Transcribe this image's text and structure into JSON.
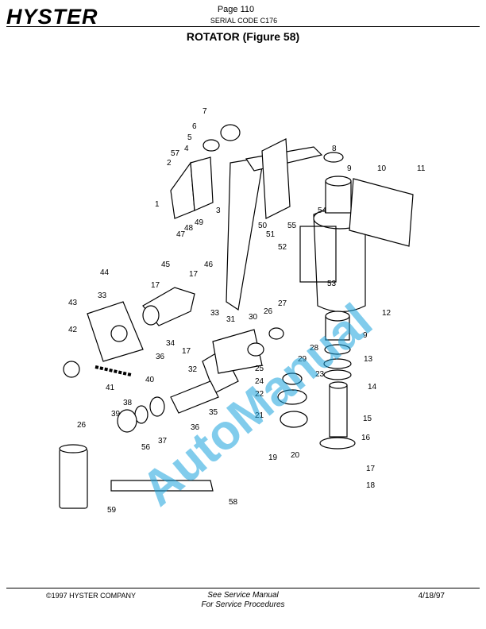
{
  "header": {
    "logo_text": "HYSTER",
    "page_number": "Page 110",
    "serial_code": "SERIAL CODE C176"
  },
  "title": "ROTATOR (Figure 58)",
  "watermark": "AutoManual",
  "callouts": [
    "1",
    "2",
    "3",
    "4",
    "5",
    "6",
    "7",
    "8",
    "9",
    "10",
    "11",
    "12",
    "13",
    "14",
    "15",
    "16",
    "17",
    "18",
    "19",
    "20",
    "21",
    "22",
    "23",
    "24",
    "25",
    "26",
    "27",
    "28",
    "29",
    "30",
    "31",
    "32",
    "33",
    "34",
    "35",
    "36",
    "37",
    "38",
    "39",
    "40",
    "41",
    "42",
    "43",
    "44",
    "45",
    "46",
    "47",
    "48",
    "49",
    "50",
    "51",
    "52",
    "53",
    "54",
    "55",
    "56",
    "57",
    "58",
    "59"
  ],
  "footer": {
    "copyright": "©1997 HYSTER COMPANY",
    "note_line1": "See Service Manual",
    "note_line2": "For Service Procedures",
    "date": "4/18/97"
  },
  "colors": {
    "watermark": "#1aa3dd",
    "ink": "#000000"
  }
}
